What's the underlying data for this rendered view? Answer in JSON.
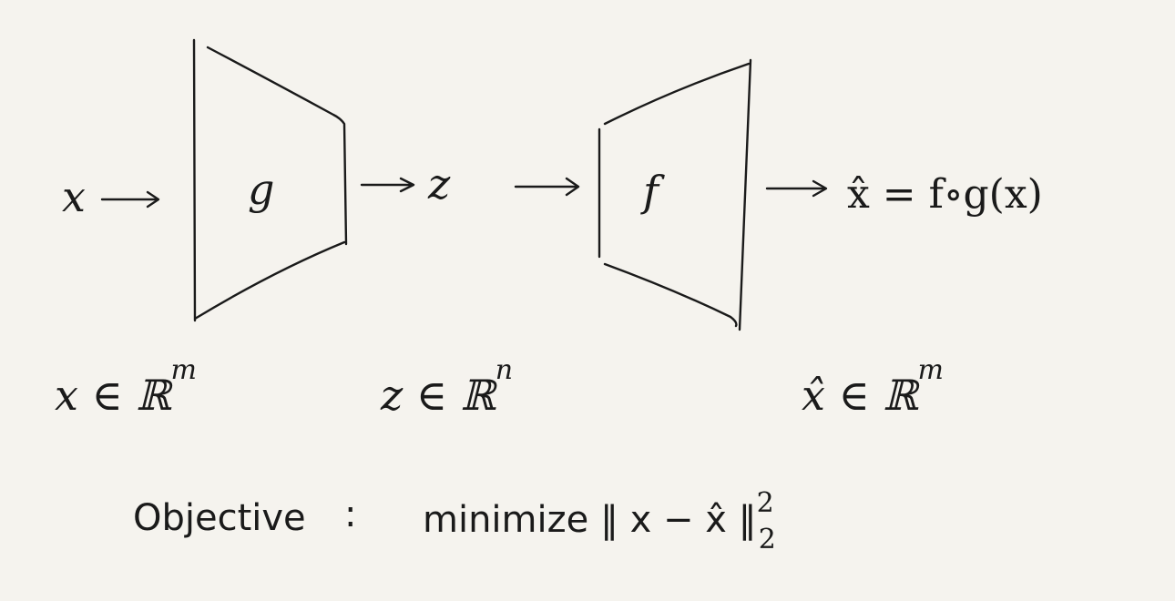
{
  "diagram": {
    "input_var": "x",
    "encoder_label": "g",
    "latent_var": "z",
    "decoder_label": "f",
    "output_expr": "x̂ = f∘g(x)",
    "input_space": "x ∈ ℝ",
    "input_space_dim": "m",
    "latent_space": "z ∈ ℝ",
    "latent_space_dim": "n",
    "output_space": "x̂ ∈ ℝ",
    "output_space_dim": "m",
    "objective_label": "Objective",
    "objective_colon": ":",
    "objective_expr": "minimize ‖ x − x̂ ‖",
    "objective_sup": "2",
    "objective_sub": "2"
  }
}
